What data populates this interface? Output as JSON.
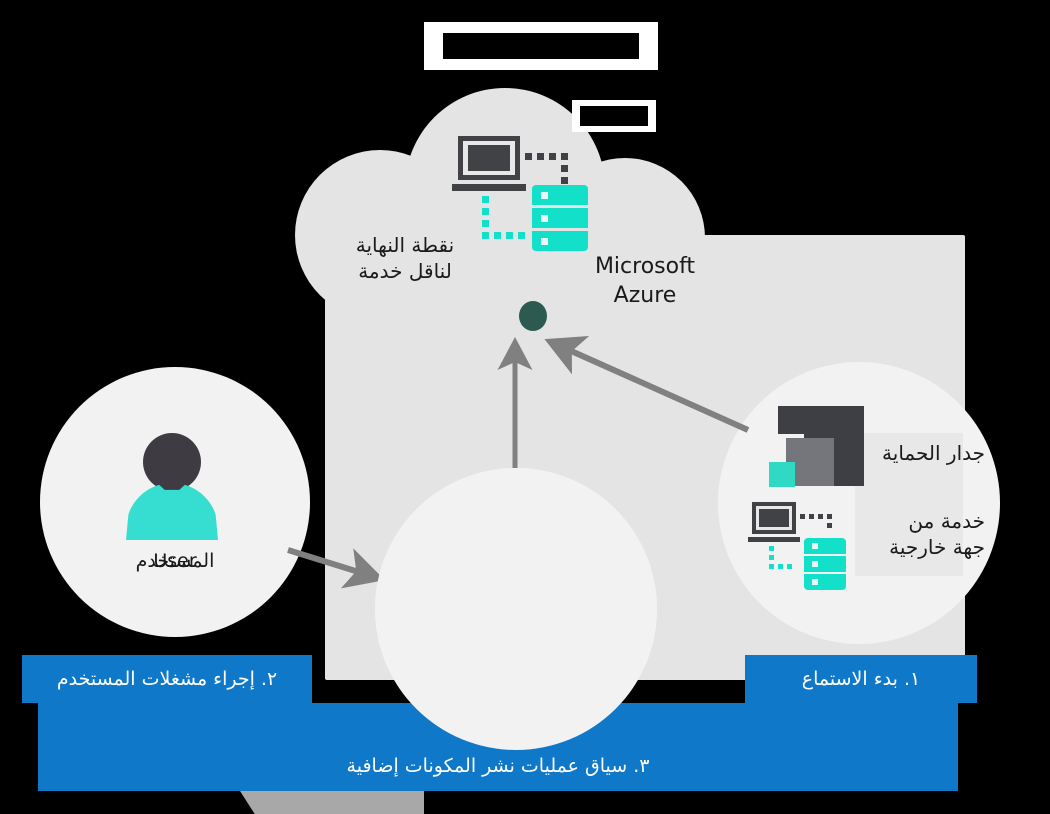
{
  "diagram": {
    "title_box": {
      "name": "redacted-title",
      "redacted": true
    },
    "cloud_box": {
      "name": "redacted-cloud-label",
      "redacted": true
    },
    "cloud": {
      "provider_label": "Microsoft\nAzure",
      "endpoint_label": "نقطة النهاية\nلناقل خدمة"
    },
    "user_circle": {
      "label": "المستخدم",
      "label_overlay": "User",
      "icon": "user-avatar-icon"
    },
    "center_circle": {
      "icon": "hybrid-connection-icon"
    },
    "right_circle": {
      "firewall_label": "جدار الحماية",
      "thirdparty_label": "خدمة من\nجهة خارجية",
      "firewall_icon": "firewall-icon",
      "service_icon": "hybrid-connection-icon"
    },
    "connection_point": {
      "name": "service-bus-endpoint-dot"
    },
    "banners": [
      {
        "id": "step-1",
        "text": "١. بدء الاستماع"
      },
      {
        "id": "step-2",
        "text": "٢. إجراء مشغلات المستخدم"
      },
      {
        "id": "step-3",
        "text": "٣. سياق عمليات نشر المكونات إضافية"
      }
    ],
    "arrows": [
      {
        "id": "arrow-user-to-center",
        "from": "user-circle",
        "to": "center-circle"
      },
      {
        "id": "arrow-center-to-endpoint",
        "from": "center-circle",
        "to": "endpoint-dot"
      },
      {
        "id": "arrow-firewall-to-endpoint",
        "from": "right-circle",
        "to": "endpoint-dot"
      }
    ],
    "colors": {
      "background": "#000000",
      "panel": "#e4e4e4",
      "circle": "#f2f2f2",
      "accent_blue": "#0f78c8",
      "teal": "#12e0c8",
      "dark_gray": "#414246",
      "mid_gray": "#75767b",
      "endpoint_dot": "#2c5a51",
      "arrow": "#808080",
      "banner_shadow": "#a8a8a8",
      "text": "#1a1a1a",
      "banner_text": "#ffffff"
    }
  }
}
